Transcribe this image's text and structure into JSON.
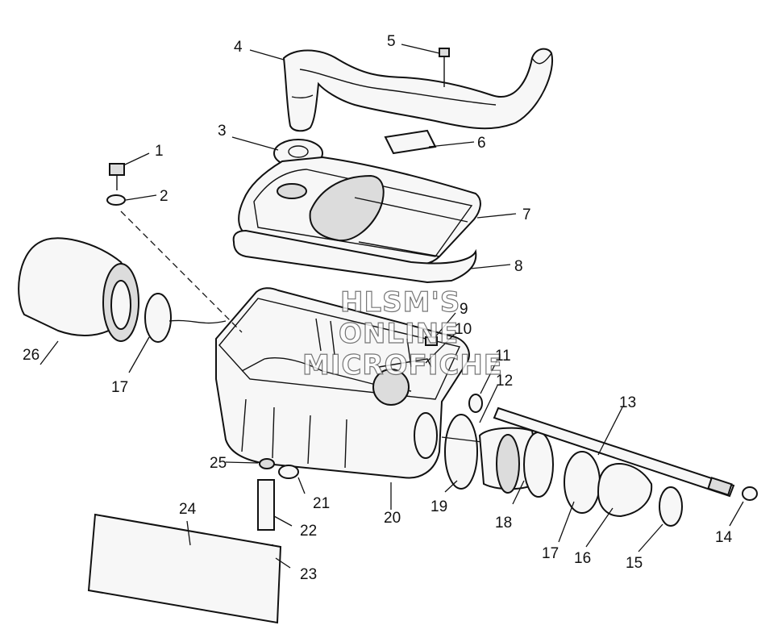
{
  "watermark": {
    "line1": "HLSM'S",
    "line2": "ONLINE",
    "line3": "MICROFICHE"
  },
  "callouts": {
    "c1": "1",
    "c2": "2",
    "c3": "3",
    "c4": "4",
    "c5": "5",
    "c6": "6",
    "c7": "7",
    "c8": "8",
    "c9": "9",
    "c10": "10",
    "c11": "11",
    "c12": "12",
    "c13": "13",
    "c14": "14",
    "c15": "15",
    "c16": "16",
    "c17a": "17",
    "c17b": "17",
    "c18": "18",
    "c19": "19",
    "c20": "20",
    "c21": "21",
    "c22": "22",
    "c23": "23",
    "c24": "24",
    "c25": "25",
    "c26": "26"
  }
}
